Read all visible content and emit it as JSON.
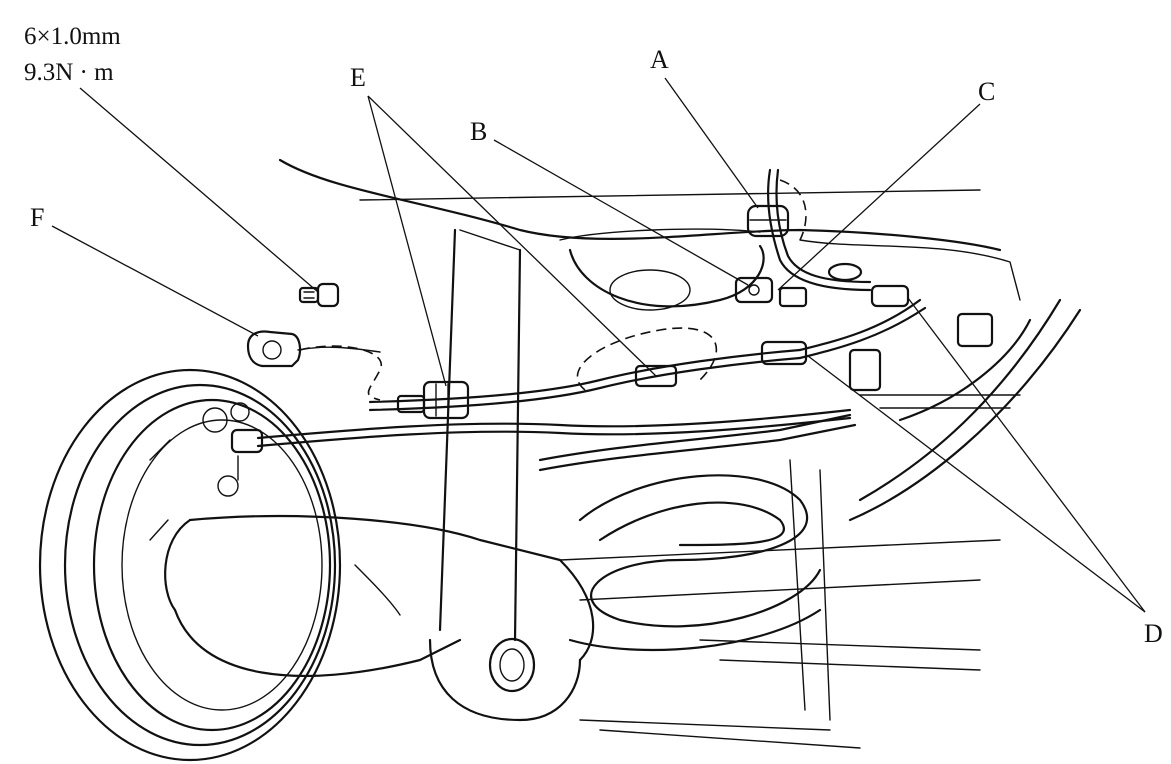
{
  "spec": {
    "bolt_size": "6×1.0mm",
    "torque": "9.3N · m"
  },
  "callouts": {
    "a": "A",
    "b": "B",
    "c": "C",
    "d": "D",
    "e": "E",
    "f": "F"
  }
}
